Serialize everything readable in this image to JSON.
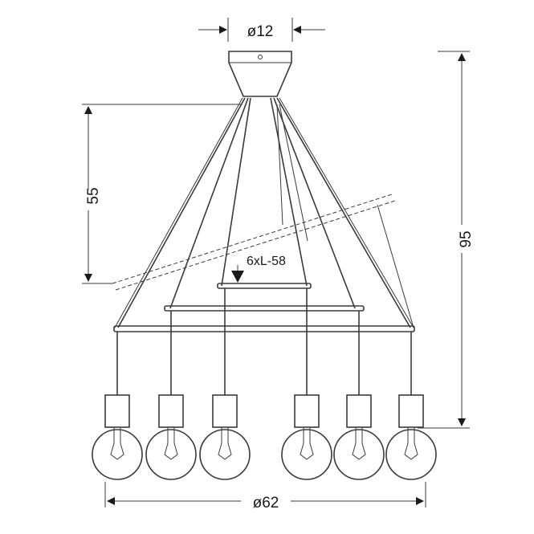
{
  "dimensions": {
    "canopy_diameter": "ø12",
    "total_diameter": "ø62",
    "total_height": "95",
    "cable_height": "55",
    "cable_spec": "6xL-58"
  },
  "colors": {
    "stroke": "#3a3a3a",
    "background": "#ffffff"
  }
}
